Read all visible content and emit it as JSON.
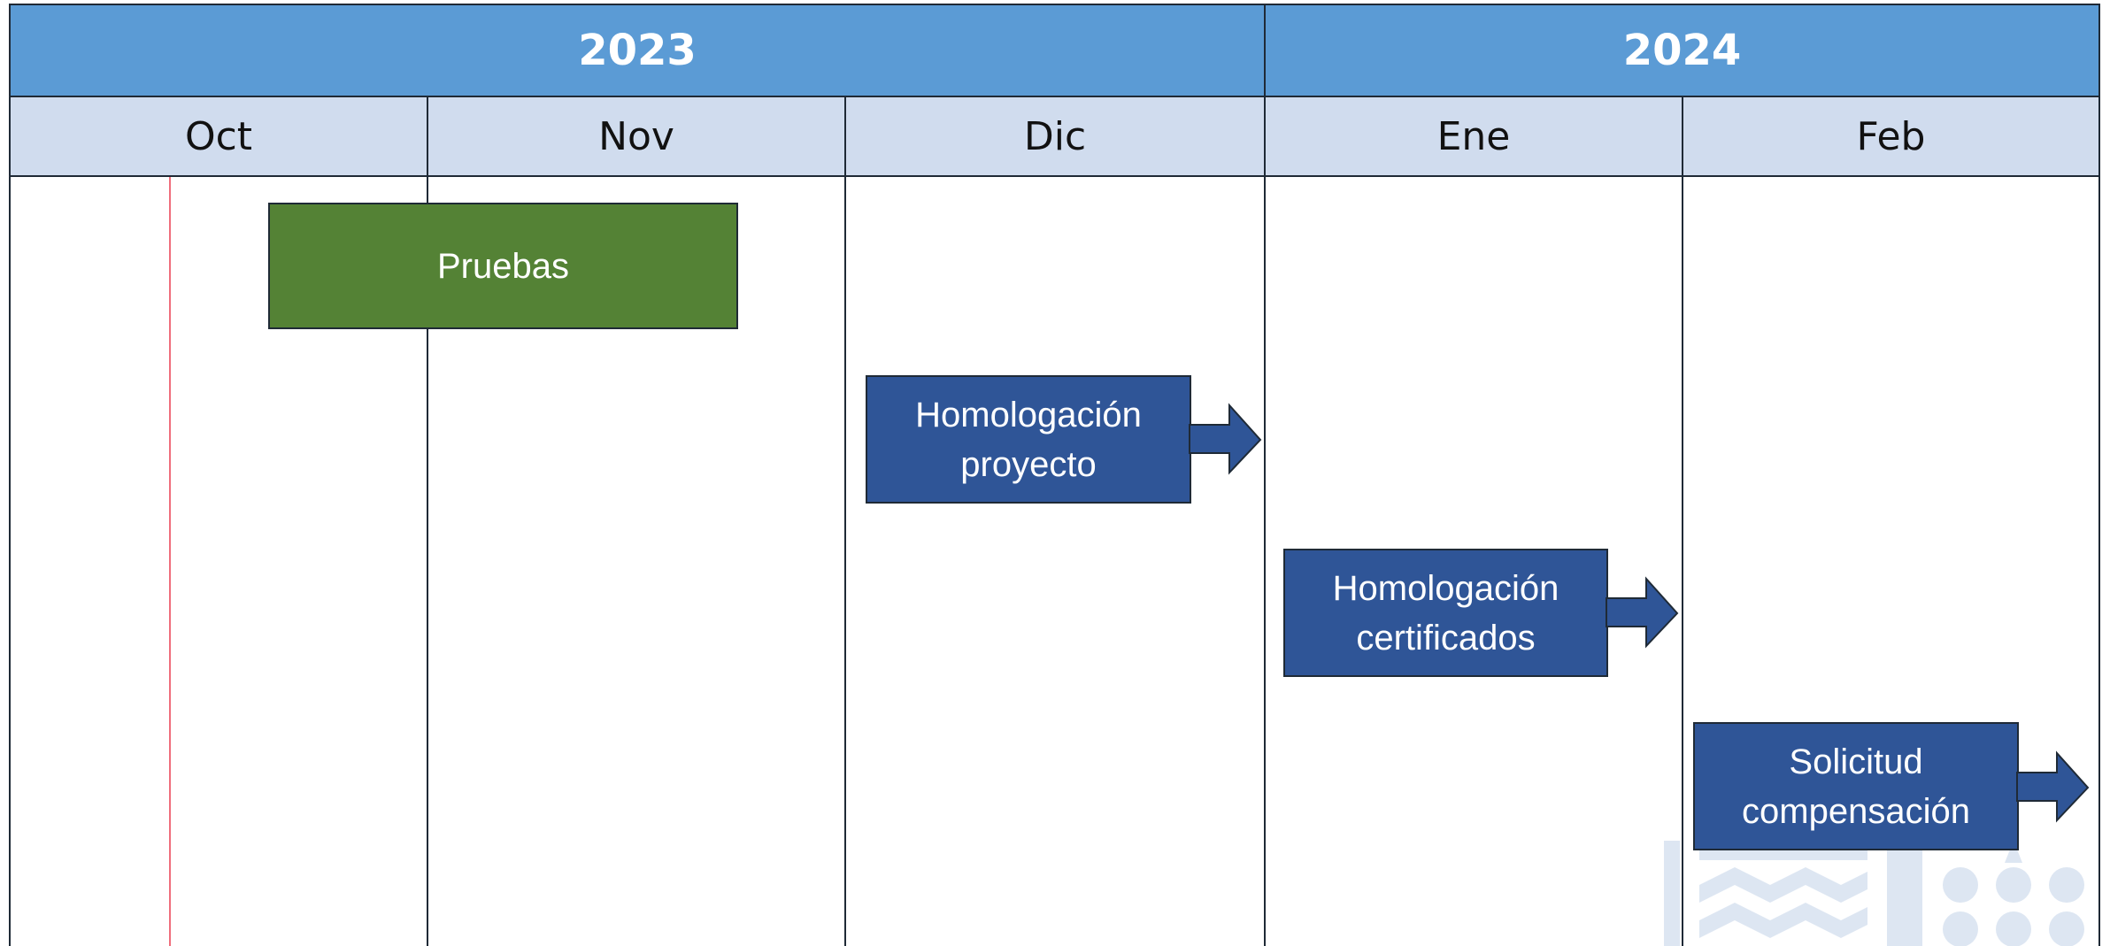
{
  "timeline": {
    "years": [
      {
        "label": "2023"
      },
      {
        "label": "2024"
      }
    ],
    "months": [
      {
        "label": "Oct"
      },
      {
        "label": "Nov"
      },
      {
        "label": "Dic"
      },
      {
        "label": "Ene"
      },
      {
        "label": "Feb"
      }
    ]
  },
  "tasks": [
    {
      "label": "Pruebas",
      "color": "#548235",
      "has_arrow": false
    },
    {
      "label": "Homologación\nproyecto",
      "color": "#2f5597",
      "has_arrow": true
    },
    {
      "label": "Homologación\ncertificados",
      "color": "#2f5597",
      "has_arrow": true
    },
    {
      "label": "Solicitud\ncompensación",
      "color": "#2f5597",
      "has_arrow": true
    }
  ],
  "colors": {
    "year_header": "#5b9bd5",
    "month_header": "#d0dcee",
    "grid": "#1f2a36",
    "today_marker": "#f06e7c",
    "watermark": "#dde6f2"
  }
}
